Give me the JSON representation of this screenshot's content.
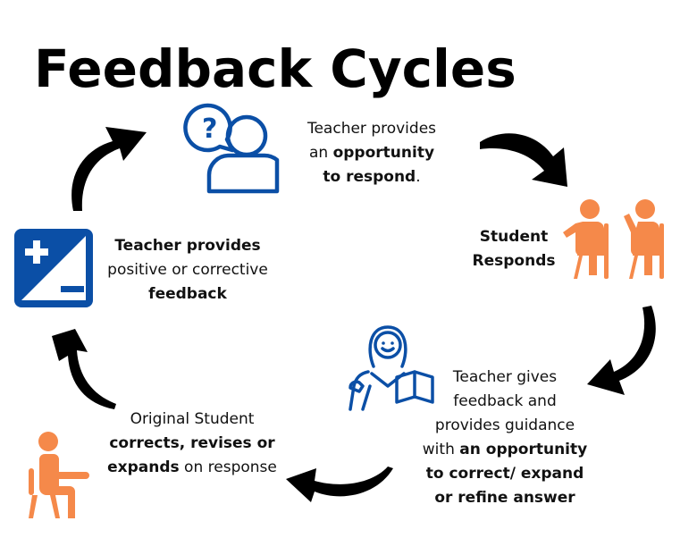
{
  "title": "Feedback Cycles",
  "colors": {
    "blue": "#0b4fa6",
    "orange": "#f5894a",
    "arrow": "#000000",
    "text": "#111111"
  },
  "steps": [
    {
      "id": "opportunity",
      "icon": "question-person-icon",
      "line1": "Teacher provides",
      "line2_normal": "an ",
      "line2_bold": "opportunity",
      "line3_bold": "to respond",
      "line3_normal": "."
    },
    {
      "id": "student-responds",
      "icon": "seated-students-icon",
      "line1_bold": "Student",
      "line2_bold": "Responds"
    },
    {
      "id": "teacher-guidance",
      "icon": "teacher-book-icon",
      "line1": "Teacher gives",
      "line2": "feedback and",
      "line3": "provides guidance",
      "line4_normal": "with ",
      "line4_bold": "an opportunity",
      "line5_bold": "to correct/ expand",
      "line6_bold": "or refine answer"
    },
    {
      "id": "student-corrects",
      "icon": "seated-student-desk-icon",
      "line1": "Original Student",
      "line2_bold": "corrects, revises or",
      "line3_bold": "expands",
      "line3_normal": " on response"
    },
    {
      "id": "teacher-feedback",
      "icon": "plus-minus-icon",
      "line1_bold": "Teacher provides",
      "line2": "positive or corrective",
      "line3_bold": "feedback"
    }
  ]
}
